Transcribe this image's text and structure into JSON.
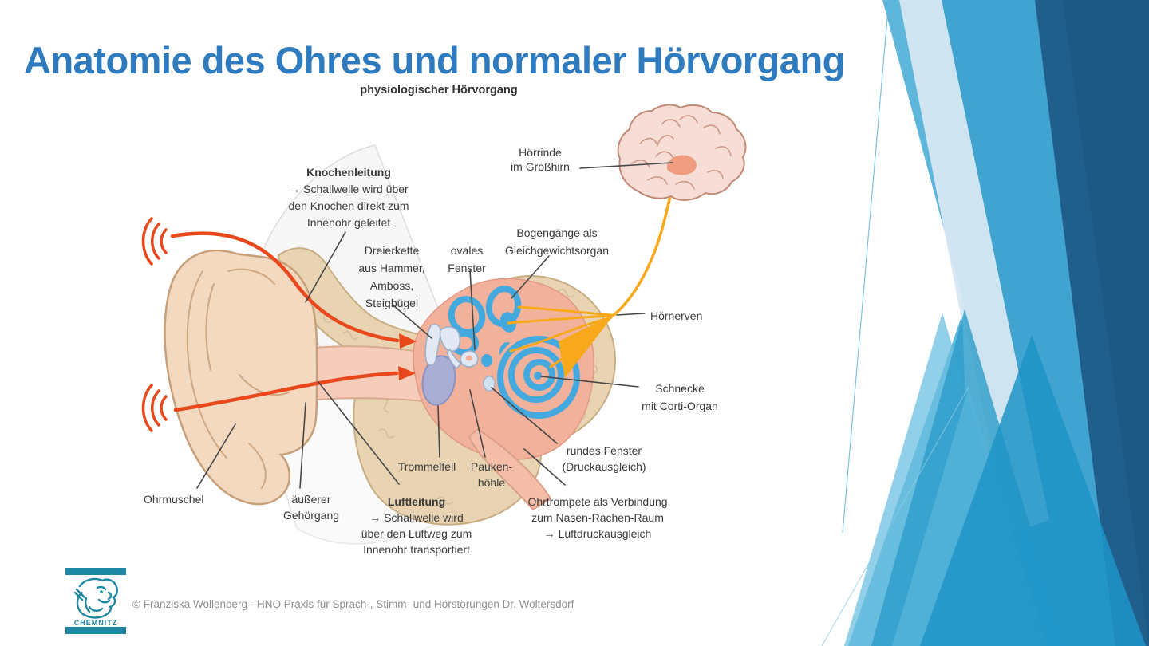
{
  "slide": {
    "title": "Anatomie des Ohres und normaler Hörvorgang",
    "footer_credit": "© Franziska Wollenberg - HNO Praxis für Sprach-, Stimm- und Hörstörungen Dr. Woltersdorf"
  },
  "logo": {
    "city": "CHEMNITZ"
  },
  "diagram": {
    "heading": "physiologischer Hörvorgang",
    "labels": {
      "hoerrinde": [
        "Hörrinde",
        "im Großhirn"
      ],
      "knochenleitung": [
        "Knochenleitung",
        "→ Schallwelle wird über",
        "den Knochen direkt zum",
        "Innenohr geleitet"
      ],
      "dreierkette": [
        "Dreierkette",
        "aus Hammer,",
        "Amboss,",
        "Steigbügel"
      ],
      "ovales_fenster": [
        "ovales",
        "Fenster"
      ],
      "bogengaenge": [
        "Bogengänge als",
        "Gleichgewichtsorgan"
      ],
      "hoernerven": "Hörnerven",
      "schnecke": [
        "Schnecke",
        "mit Corti-Organ"
      ],
      "rundes_fenster": [
        "rundes Fenster",
        "(Druckausgleich)"
      ],
      "trommelfell": "Trommelfell",
      "paukenhoehle": [
        "Pauken-",
        "höhle"
      ],
      "ohrmuschel": "Ohrmuschel",
      "gehoergang": [
        "äußerer",
        "Gehörgang"
      ],
      "luftleitung": [
        "Luftleitung",
        "→ Schallwelle wird",
        "über den Luftweg zum",
        "Innenohr transportiert"
      ],
      "ohrtrompete": [
        "Ohrtrompete als Verbindung",
        "zum Nasen-Rachen-Raum",
        "→ Luftdruckausgleich"
      ]
    }
  },
  "colors": {
    "title_blue": "#2e7cbf",
    "label_text": "#3b3b3b",
    "sound_wave_red": "#e8481c",
    "nerve_orange": "#f7a81b",
    "inner_ear_blue": "#43a9de",
    "bone_tan": "#e8d4b2",
    "skin_tone": "#f3d9c0",
    "middle_ear_salmon": "#f2b19b",
    "eardrum_violet": "#a7aed8",
    "brain_pink": "#f6ded6",
    "auditory_cortex": "#ef9c80",
    "logo_teal": "#1e87a2",
    "footer_gray": "#8f8f8f",
    "deco_light_blue": "#5eb6db",
    "deco_medium_blue": "#2d9cca",
    "deco_dark_blue": "#205f8c"
  }
}
